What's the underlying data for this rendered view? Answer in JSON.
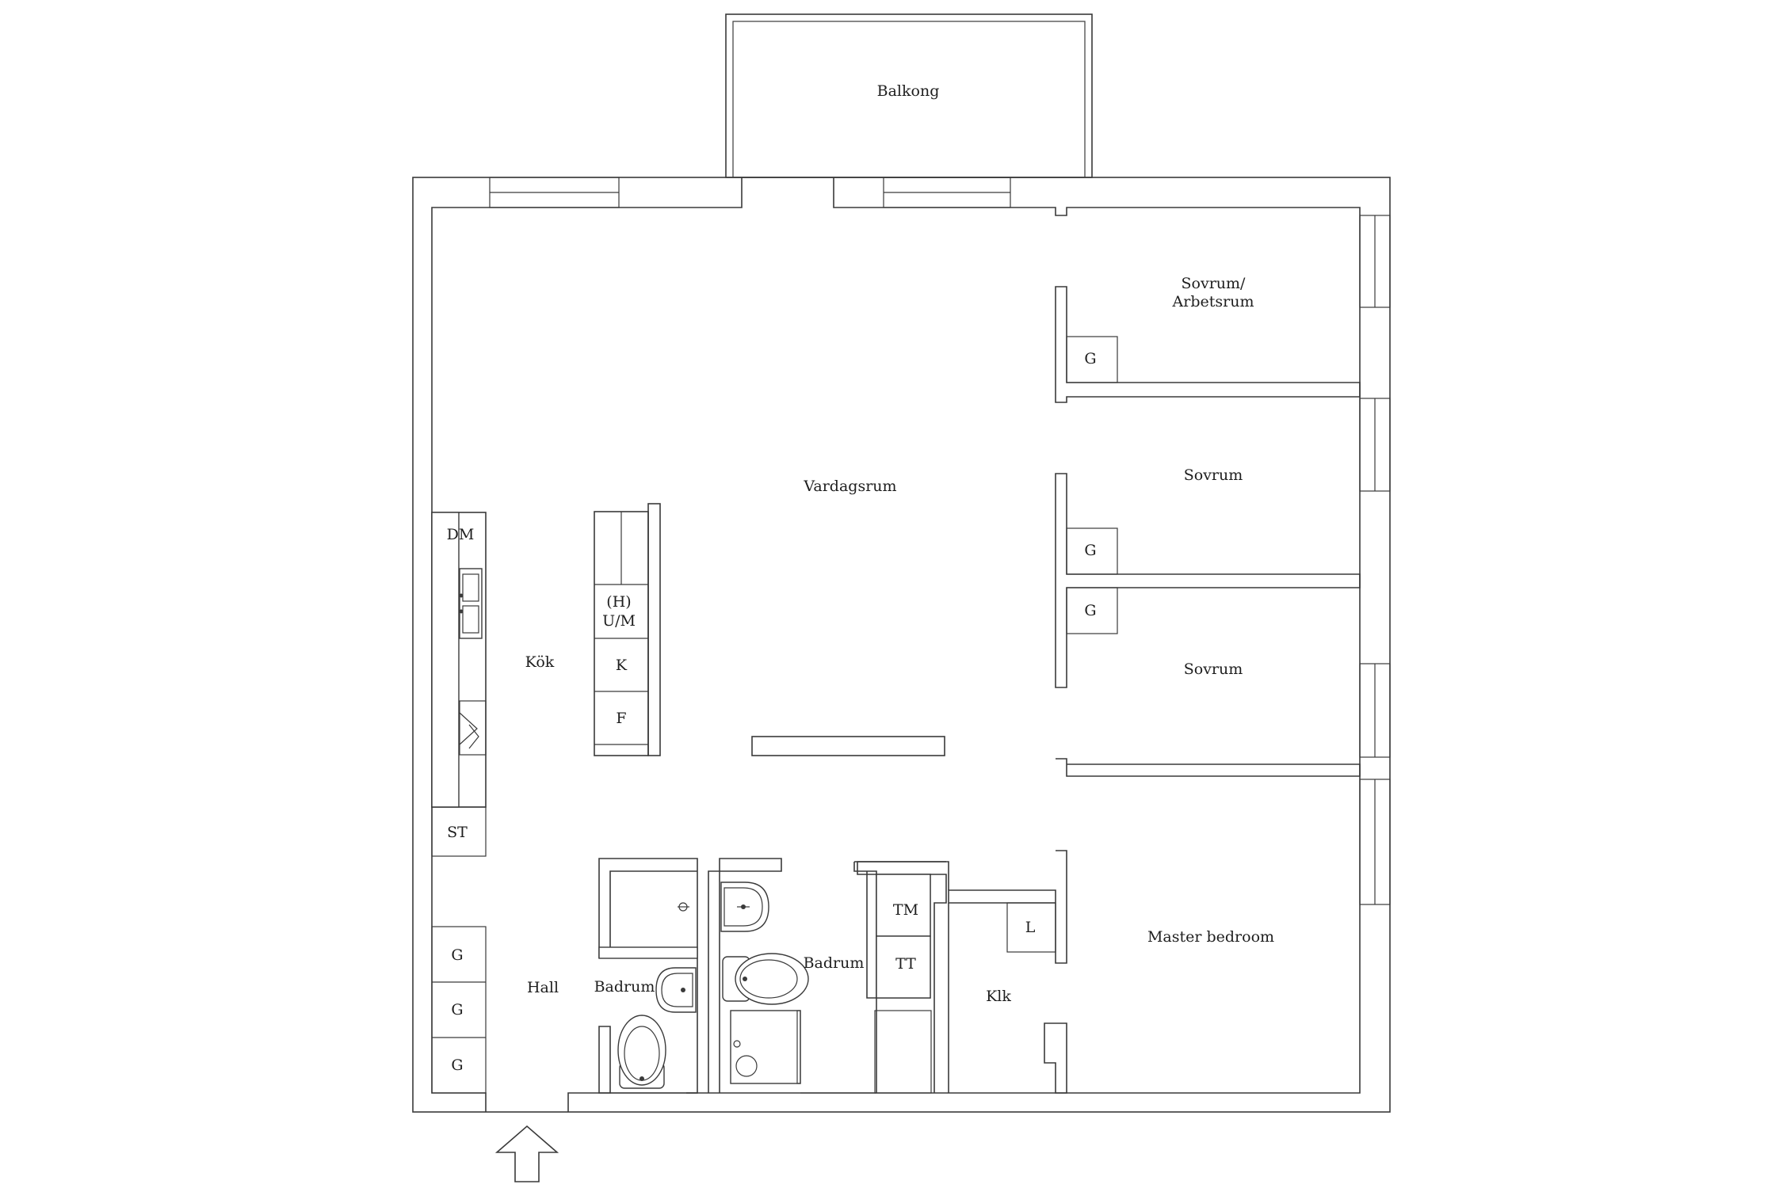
{
  "rooms": {
    "balcony": "Balkong",
    "living": "Vardagsrum",
    "office_line1": "Sovrum/",
    "office_line2": "Arbetsrum",
    "bedroom1": "Sovrum",
    "bedroom2": "Sovrum",
    "master": "Master bedroom",
    "kitchen": "Kök",
    "hall": "Hall",
    "bath1": "Badrum",
    "bath2": "Badrum",
    "closet": "Klk"
  },
  "fixtures": {
    "dishwasher": "DM",
    "oven_line1": "(H)",
    "oven_line2": "U/M",
    "fridge": "K",
    "freezer": "F",
    "storage": "ST",
    "wardrobe": "G",
    "washer": "TM",
    "dryer": "TT",
    "linen": "L"
  }
}
